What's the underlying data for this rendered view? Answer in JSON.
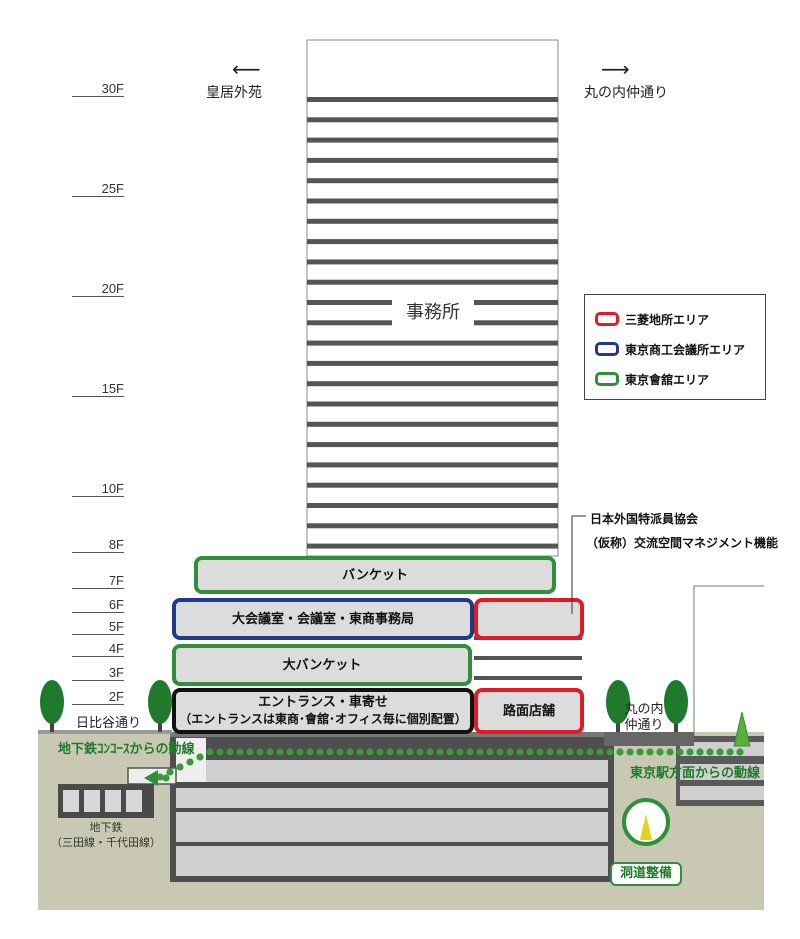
{
  "floors": [
    "30F",
    "25F",
    "20F",
    "15F",
    "10F",
    "8F",
    "7F",
    "6F",
    "5F",
    "4F",
    "3F",
    "2F"
  ],
  "directions": {
    "left": "皇居外苑",
    "right": "丸の内仲通り"
  },
  "tower_label": "事務所",
  "zones": {
    "banquet": "バンケット",
    "conference": "大会議室・会議室・東商事務局",
    "big_banquet": "大バンケット",
    "entrance_line1": "エントランス・車寄せ",
    "entrance_line2": "（エントランスは東商･會舘･オフィス毎に個別配置）",
    "street_shops": "路面店舗"
  },
  "legend": [
    {
      "label": "三菱地所エリア",
      "color": "#e01b24"
    },
    {
      "label": "東京商工会議所エリア",
      "color": "#1f3a8a"
    },
    {
      "label": "東京會舘エリア",
      "color": "#2f8f3a"
    }
  ],
  "notes": {
    "fcc": "日本外国特派員協会",
    "traffic": "（仮称）交流空間マネジメント機能"
  },
  "streets": {
    "hibiya": "日比谷通り",
    "marunouchi_line1": "丸の内",
    "marunouchi_line2": "仲通り"
  },
  "flows": {
    "subway_concourse": "地下鉄ｺﾝｺｰｽからの動線",
    "tokyo_station": "東京駅方面からの動線"
  },
  "subway": {
    "line1": "地下鉄",
    "line2": "（三田線・千代田線）"
  },
  "tunnel": "洞道整備"
}
